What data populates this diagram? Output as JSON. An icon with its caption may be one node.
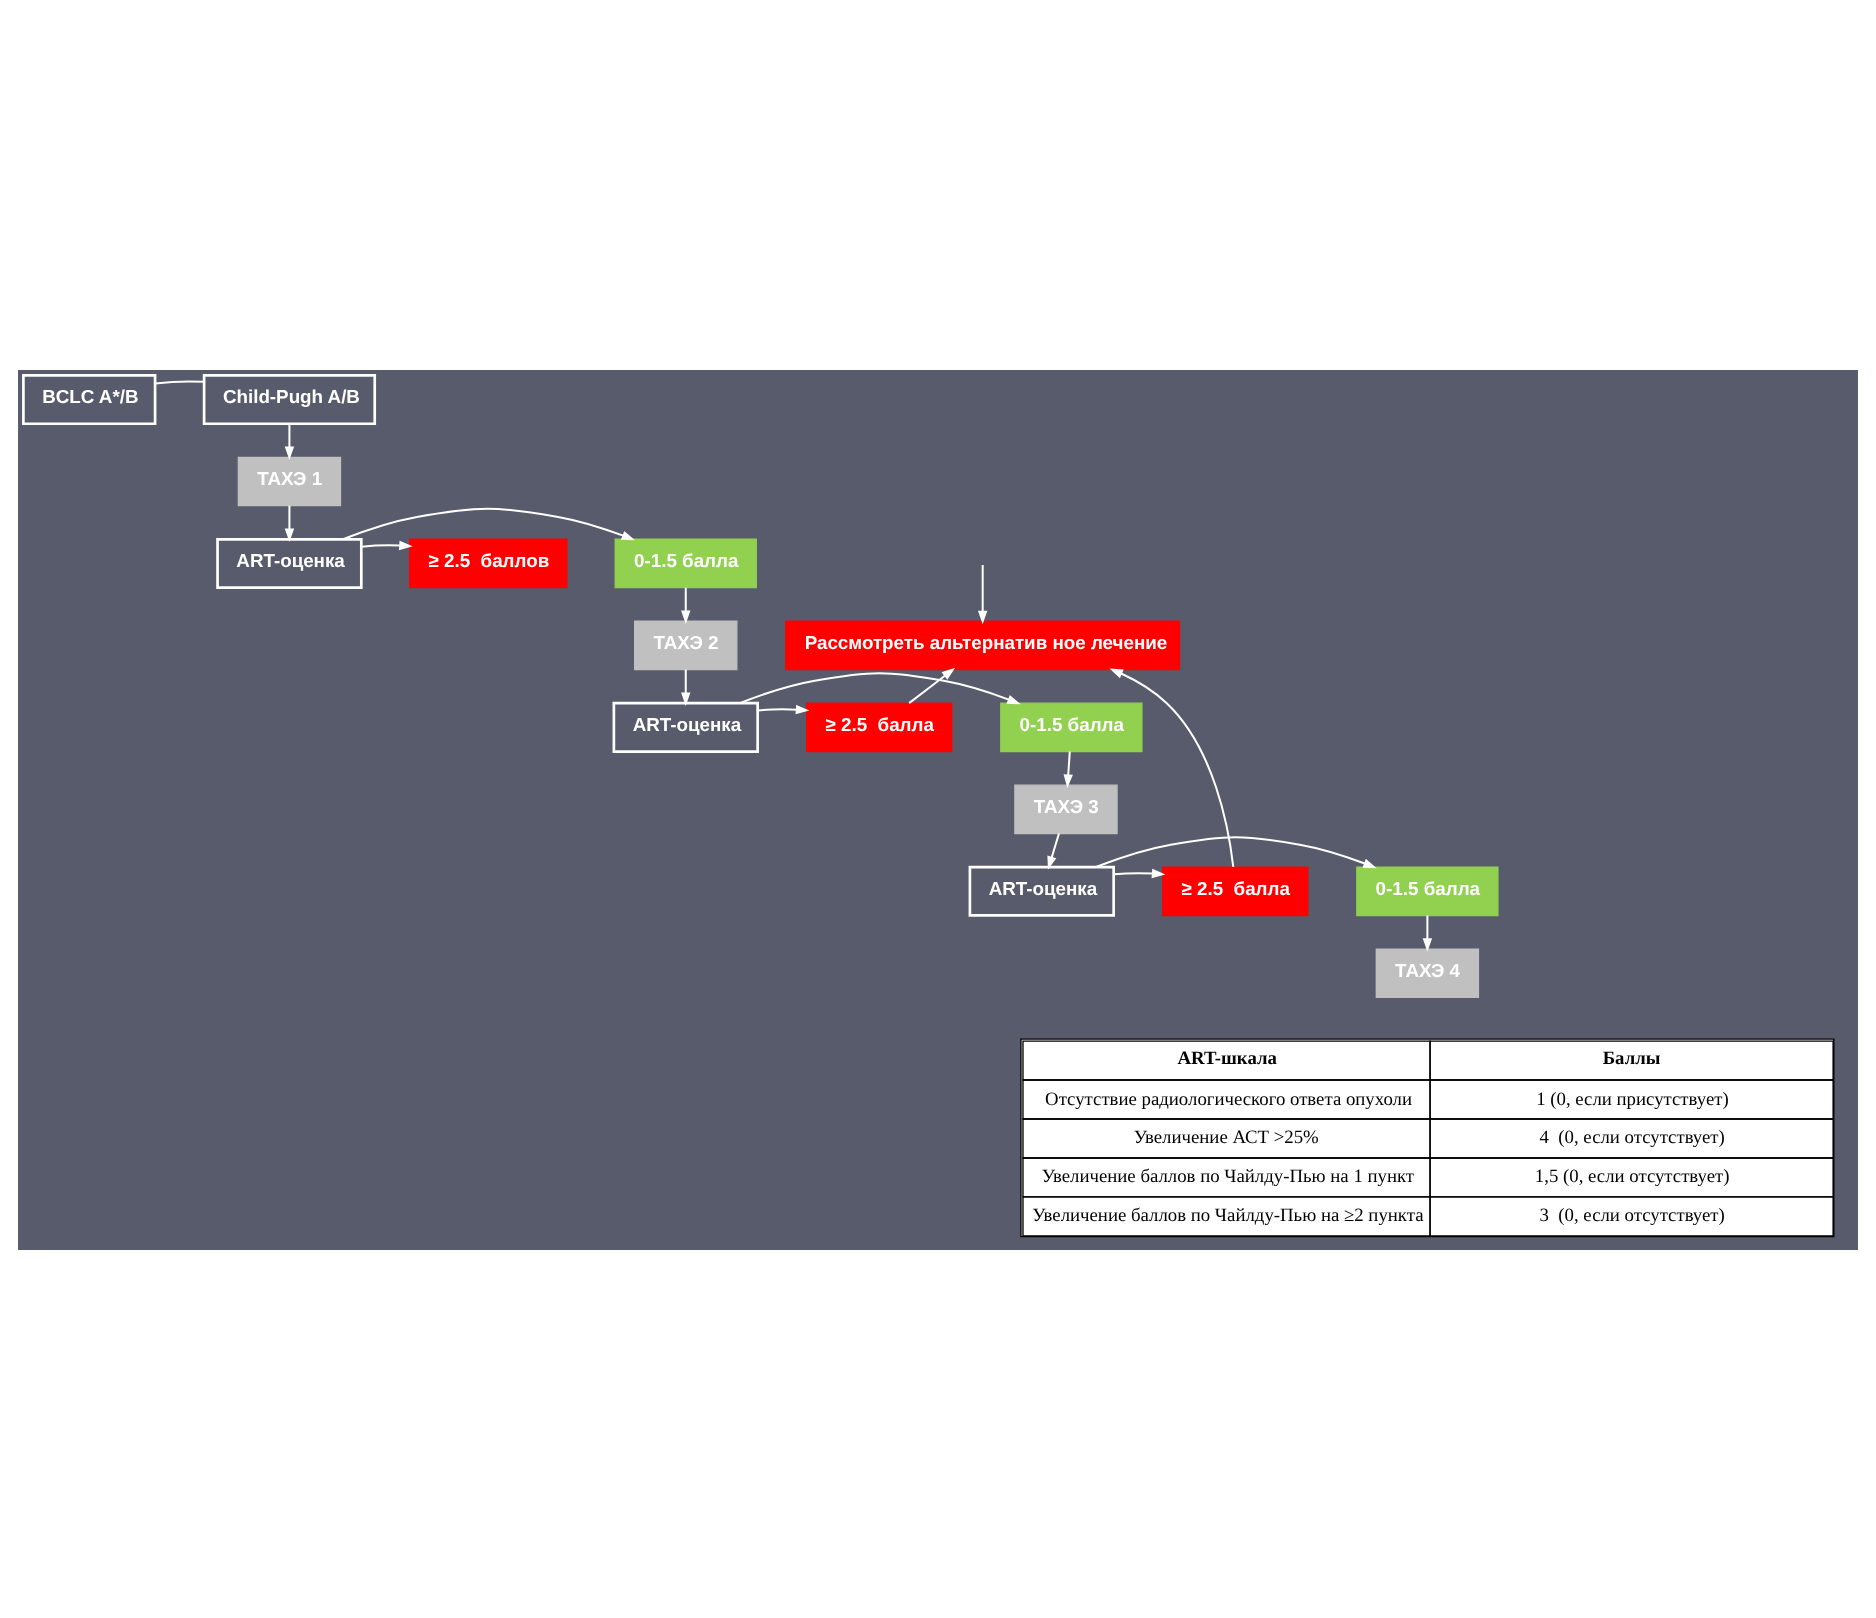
{
  "diagram": {
    "nodes": [
      {
        "text": [
          "BCLC A*/B"
        ]
      },
      {
        "text": [
          "Child-Pugh A/B"
        ]
      },
      {
        "text": [
          "ТАХЭ 1"
        ]
      },
      {
        "text": [
          "ART-оценка"
        ]
      },
      {
        "text": [
          "0-1.5 балла"
        ]
      },
      {
        "text": [
          "≥ 2.5  баллов"
        ]
      },
      {
        "text": [
          "ТАХЭ 2"
        ]
      },
      {
        "text": [
          "ART-оценка"
        ]
      },
      {
        "text": [
          "0-1.5 балла"
        ]
      },
      {
        "text": [
          "≥ 2.5  балла"
        ]
      },
      {
        "text": [
          "Рассмотреть альтернатив ное лечение"
        ]
      },
      {
        "text": [
          "ТАХЭ 3"
        ]
      },
      {
        "text": [
          "ART-оценка"
        ]
      },
      {
        "text": [
          "0-1.5 балла"
        ]
      },
      {
        "text": [
          "≥ 2.5  балла"
        ]
      },
      {
        "text": [
          "ТАХЭ 4"
        ]
      }
    ],
    "edges": [
      {
        "from": 0,
        "to": 1,
        "arrow": "none"
      },
      {
        "from": 1,
        "to": 2,
        "arrow": "to"
      },
      {
        "from": 2,
        "to": 3,
        "arrow": "to"
      },
      {
        "from": 3,
        "to": 4,
        "arrow": "to"
      },
      {
        "from": 3,
        "to": 5,
        "arrow": "to"
      },
      {
        "from": null,
        "to": 10,
        "arrow": "to"
      },
      {
        "from": 4,
        "to": 6,
        "arrow": "to"
      },
      {
        "from": 6,
        "to": 7,
        "arrow": "to"
      },
      {
        "from": 7,
        "to": 8,
        "arrow": "to"
      },
      {
        "from": 7,
        "to": 9,
        "arrow": "to"
      },
      {
        "from": 9,
        "to": 10,
        "arrow": "to"
      },
      {
        "from": 8,
        "to": 11,
        "arrow": "to"
      },
      {
        "from": 11,
        "to": 12,
        "arrow": "to"
      },
      {
        "from": 12,
        "to": 13,
        "arrow": "to"
      },
      {
        "from": 12,
        "to": 14,
        "arrow": "to"
      },
      {
        "from": 14,
        "to": 10,
        "arrow": "to"
      },
      {
        "from": 13,
        "to": 15,
        "arrow": "to"
      }
    ],
    "labels": [
      "ART-шкала",
      "Баллы",
      "Отсутствие радиологического ответа опухоли",
      "1 (0, если присутствует)",
      "Увеличение АСТ >25%",
      "4  (0, если отсутствует)",
      "Увеличение баллов по Чайлду-Пью на 1 пункт",
      "1,5 (0, если отсутствует)",
      "Увеличение баллов по Чайлду-Пью на ≥2 пункта",
      "3  (0, если отсутствует)"
    ]
  }
}
